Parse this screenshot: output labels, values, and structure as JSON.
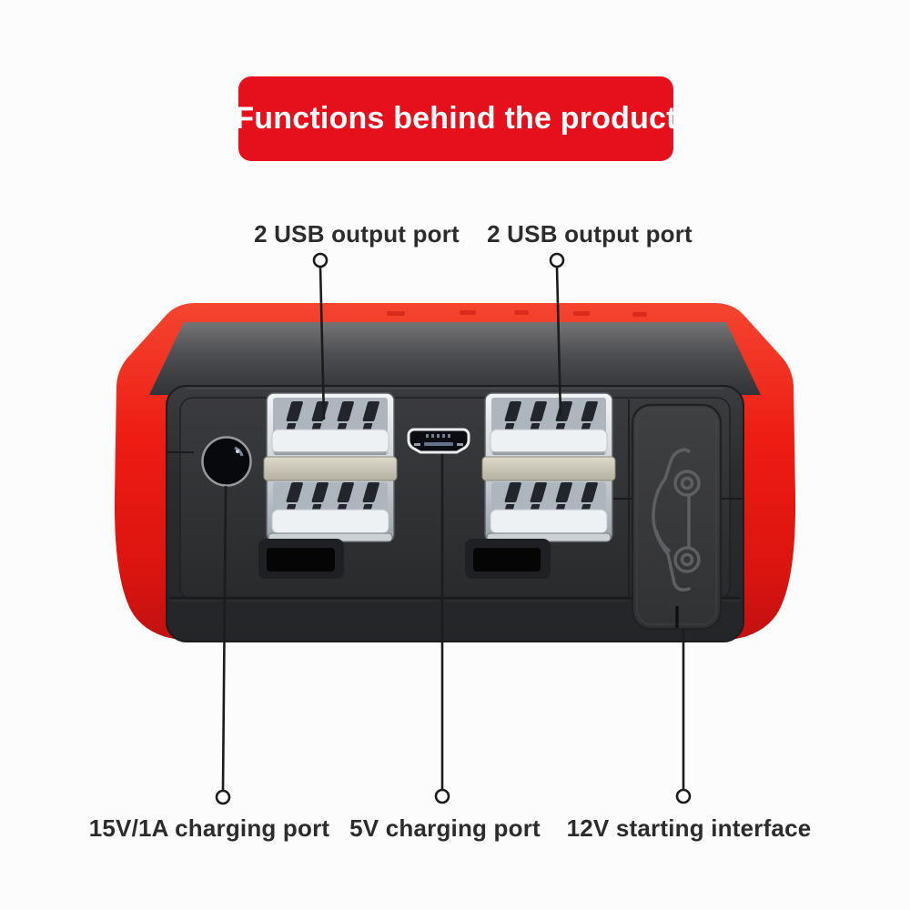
{
  "banner": {
    "label": "Functions behind the product",
    "bg_color": "#e6101c",
    "text_color": "#ffffff"
  },
  "callouts": {
    "top": [
      {
        "id": "usb-block-left",
        "label": "2 USB output port"
      },
      {
        "id": "usb-block-right",
        "label": "2 USB output port"
      }
    ],
    "bottom": [
      {
        "id": "round-charging-port",
        "label": "15V/1A charging port"
      },
      {
        "id": "micro-usb-port",
        "label": "5V charging port"
      },
      {
        "id": "jump-start-door",
        "label": "12V starting interface"
      }
    ]
  },
  "device": {
    "shell_color": "#ee1d13",
    "face_color": "#2c2d2f",
    "usb_port_count": 4,
    "icons": [
      {
        "name": "car-icon",
        "location": "12V starting interface cover"
      }
    ]
  },
  "callout_style": {
    "line_color": "#1c1c1c",
    "marker": "open-circle"
  }
}
